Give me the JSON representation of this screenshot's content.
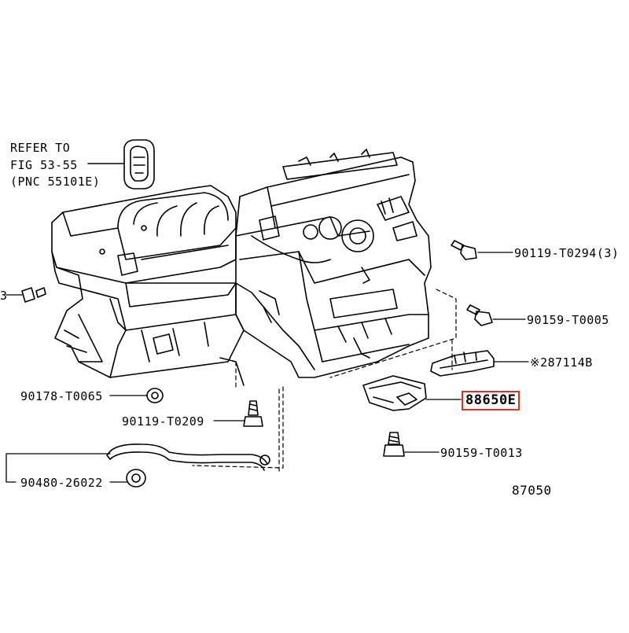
{
  "refer": {
    "line1": "REFER TO",
    "line2": "FIG 53-55",
    "line3": "(PNC 55101E)"
  },
  "parts": {
    "p90119_t0294": "90119-T0294(3)",
    "p90159_t0005": "90159-T0005",
    "p287114b": "※287114B",
    "p88650e": "88650E",
    "p90159_t0013": "90159-T0013",
    "p90178_t0065": "90178-T0065",
    "p90119_t0209": "90119-T0209",
    "p90480_26022": "90480-26022",
    "left_edge": "3"
  },
  "diagram_code": "87050",
  "colors": {
    "line": "#000000",
    "highlight": "#e0301e"
  }
}
